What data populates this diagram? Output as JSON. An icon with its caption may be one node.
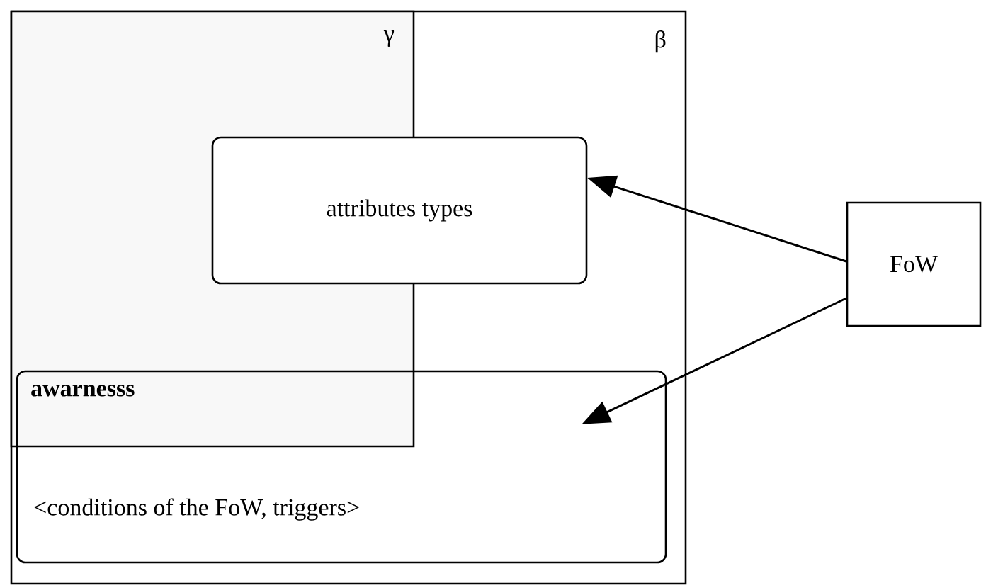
{
  "diagram": {
    "nodes": [
      {
        "text": [
          "β"
        ]
      },
      {
        "text": [
          "γ"
        ],
        "in": 0
      },
      {
        "text": [
          "attributes types"
        ],
        "in": 0
      },
      {
        "text": [
          "awarnesss",
          "<conditions of the FoW, triggers>"
        ],
        "in": 0
      },
      {
        "text": [
          "FoW"
        ]
      }
    ],
    "edges": [
      {
        "from": 4,
        "to": 2,
        "arrow": "to"
      },
      {
        "from": 4,
        "to": 3,
        "arrow": "to"
      }
    ]
  }
}
